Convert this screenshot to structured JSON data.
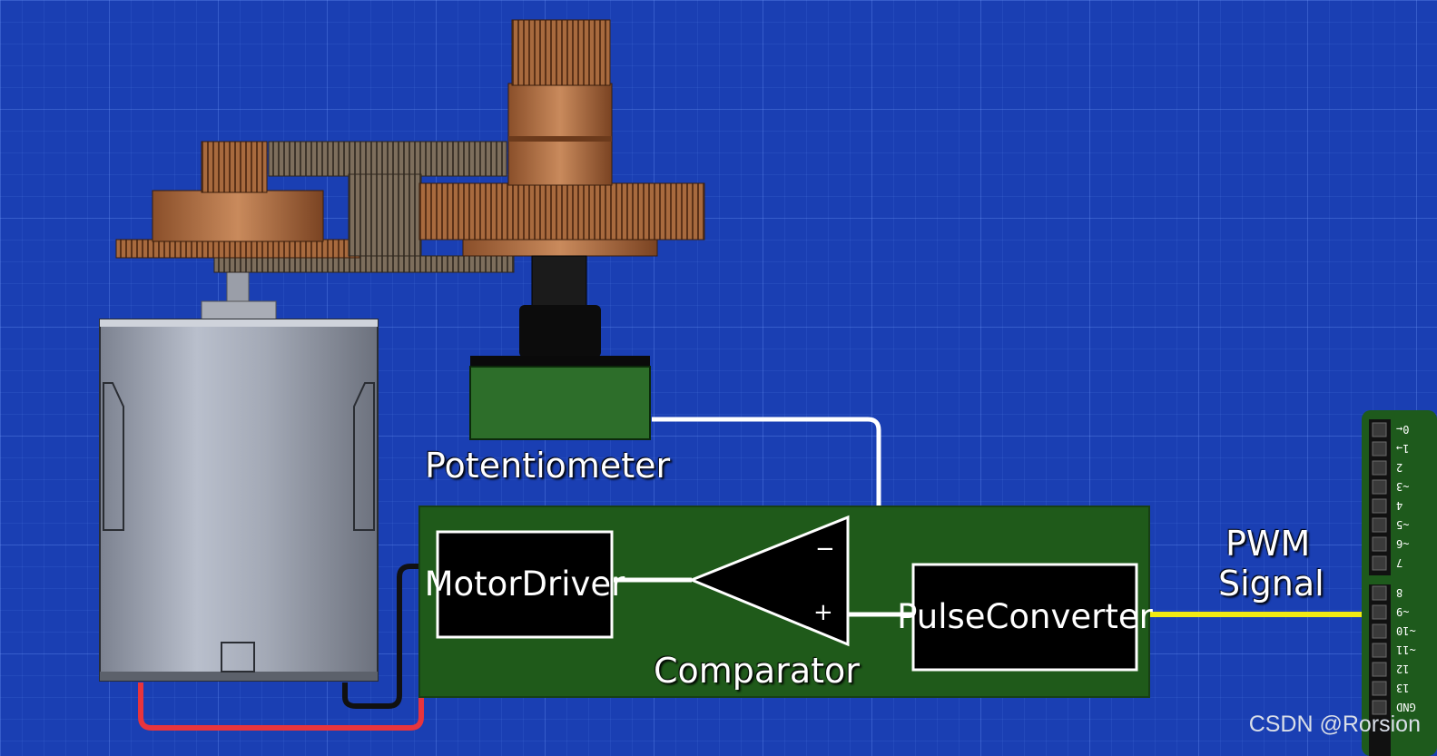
{
  "labels": {
    "potentiometer": "Potentiometer",
    "motor_driver_line1": "Motor",
    "motor_driver_line2": "Driver",
    "comparator": "Comparator",
    "comparator_minus": "−",
    "comparator_plus": "+",
    "pulse_converter_line1": "Pulse",
    "pulse_converter_line2": "Converter",
    "pwm_line1": "PWM",
    "pwm_line2": "Signal"
  },
  "arduino_pins": [
    "0←",
    "1→",
    "2",
    "~3",
    "4",
    "~5",
    "~6",
    "7",
    "8",
    "~9",
    "~10",
    "~11",
    "12",
    "13",
    "GND"
  ],
  "watermark": "CSDN @Rorsion",
  "colors": {
    "background": "#1a3fb3",
    "board": "#1f5a1a",
    "pwm_wire": "#f2ea12",
    "red_wire": "#e8343c",
    "signal_wire": "#ffffff"
  }
}
